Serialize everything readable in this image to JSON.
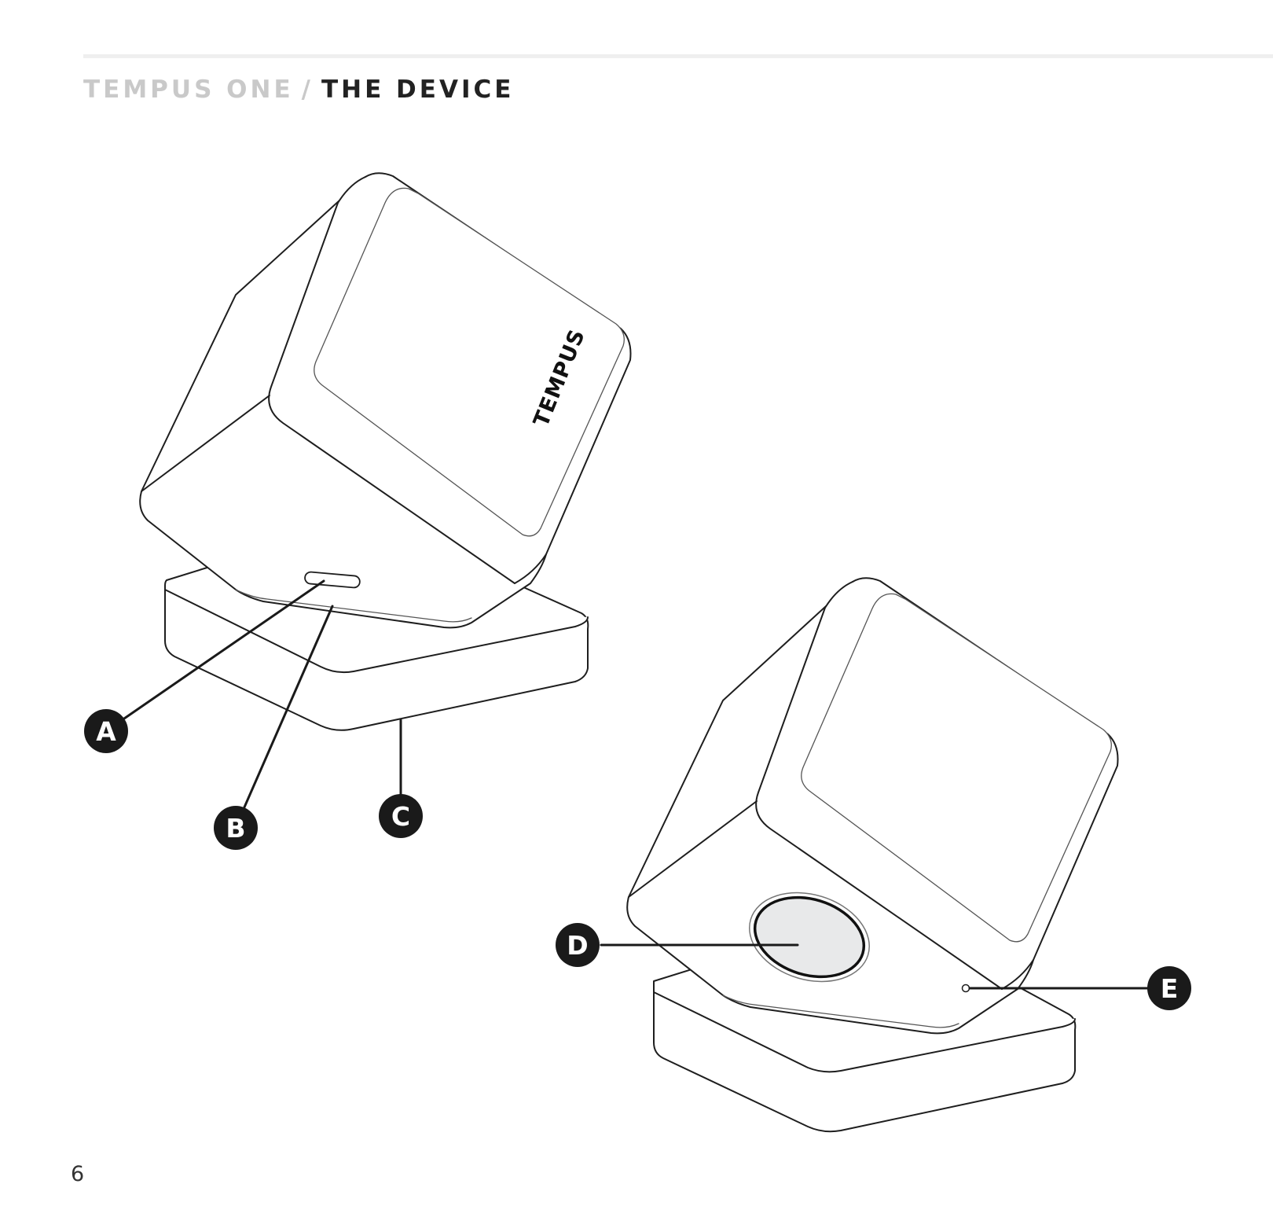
{
  "header": {
    "product": "TEMPUS ONE",
    "separator": "/",
    "section": "THE DEVICE"
  },
  "device": {
    "logo_text": "TEMPUS"
  },
  "callouts": [
    {
      "label": "A"
    },
    {
      "label": "B"
    },
    {
      "label": "C"
    },
    {
      "label": "D"
    },
    {
      "label": "E"
    }
  ],
  "colors": {
    "outline": "#1e1e1e",
    "callout_fill": "#1a1a1a",
    "callout_text": "#ffffff",
    "sensor_fill": "#e8e9ea",
    "header_muted": "#c9c9c9",
    "header_strong": "#222222"
  },
  "footer": {
    "page_number": "6"
  }
}
